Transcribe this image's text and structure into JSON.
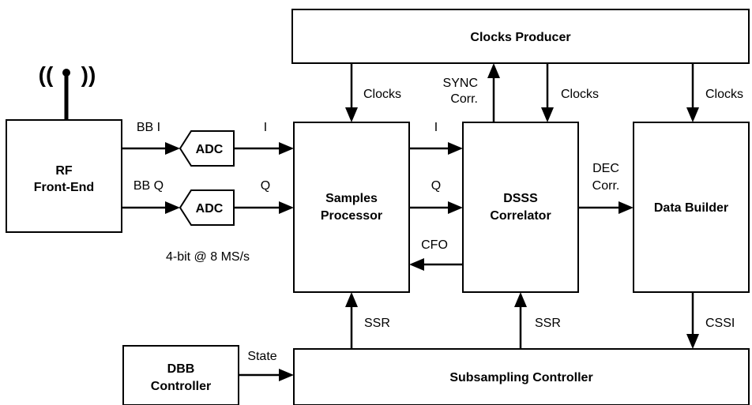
{
  "blocks": {
    "clocks_producer": "Clocks Producer",
    "rf_front_end_line1": "RF",
    "rf_front_end_line2": "Front-End",
    "adc_i": "ADC",
    "adc_q": "ADC",
    "samples_processor_line1": "Samples",
    "samples_processor_line2": "Processor",
    "dsss_correlator_line1": "DSSS",
    "dsss_correlator_line2": "Correlator",
    "data_builder": "Data Builder",
    "dbb_controller_line1": "DBB",
    "dbb_controller_line2": "Controller",
    "subsampling_controller": "Subsampling Controller"
  },
  "signals": {
    "bb_i": "BB I",
    "bb_q": "BB Q",
    "i_1": "I",
    "q_1": "Q",
    "i_2": "I",
    "q_2": "Q",
    "clocks_1": "Clocks",
    "clocks_2": "Clocks",
    "clocks_3": "Clocks",
    "sync_line1": "SYNC",
    "sync_line2": "Corr.",
    "dec_line1": "DEC",
    "dec_line2": "Corr.",
    "cfo": "CFO",
    "ssr_1": "SSR",
    "ssr_2": "SSR",
    "cssi": "CSSI",
    "state": "State",
    "adc_spec": "4-bit @ 8 MS/s"
  },
  "antenna": {
    "left_waves": "((",
    "right_waves": "))"
  }
}
